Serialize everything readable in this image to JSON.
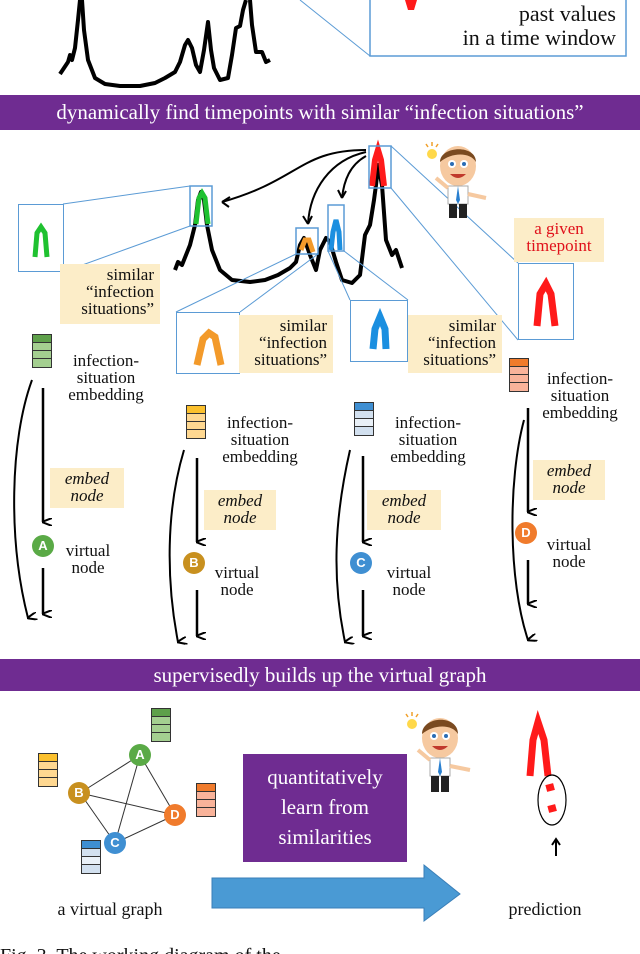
{
  "colors": {
    "banner": "#6f2c91",
    "highlight": "#fcedc8",
    "zoom_border": "#5b9bd5",
    "given": "#ff0000",
    "node_a": "#5aaa46",
    "node_b": "#c8901f",
    "node_c": "#3f8fd2",
    "node_d": "#f07b2c",
    "flow_arrow": "#4a9ad4"
  },
  "top": {
    "callout_line1": "past values",
    "callout_line2": "in a time window"
  },
  "banner1": {
    "text": "dynamically find timepoints with similar “infection situations”"
  },
  "section1": {
    "given_label_line1": "a given",
    "given_label_line2": "timepoint",
    "similar_green": {
      "line1": "similar",
      "line2": "“infection",
      "line3": "situations”"
    },
    "similar_orange": {
      "line1": "similar",
      "line2": "“infection",
      "line3": "situations”"
    },
    "similar_blue": {
      "line1": "similar",
      "line2": "“infection",
      "line3": "situations”"
    }
  },
  "columns": [
    {
      "embedding_line1": "infection-",
      "embedding_line2": "situation",
      "embedding_line3": "embedding",
      "embed_line1": "embed",
      "embed_line2": "node",
      "node_letter": "A",
      "node_line1": "virtual",
      "node_line2": "node"
    },
    {
      "embedding_line1": "infection-",
      "embedding_line2": "situation",
      "embedding_line3": "embedding",
      "embed_line1": "embed",
      "embed_line2": "node",
      "node_letter": "B",
      "node_line1": "virtual",
      "node_line2": "node"
    },
    {
      "embedding_line1": "infection-",
      "embedding_line2": "situation",
      "embedding_line3": "embedding",
      "embed_line1": "embed",
      "embed_line2": "node",
      "node_letter": "C",
      "node_line1": "virtual",
      "node_line2": "node"
    },
    {
      "embedding_line1": "infection-",
      "embedding_line2": "situation",
      "embedding_line3": "embedding",
      "embed_line1": "embed",
      "embed_line2": "node",
      "node_letter": "D",
      "node_line1": "virtual",
      "node_line2": "node"
    }
  ],
  "banner2": {
    "text": "supervisedly builds up the virtual graph"
  },
  "bottom": {
    "graph_label": "a virtual graph",
    "graph_nodes": [
      "A",
      "B",
      "C",
      "D"
    ],
    "learn_line1": "quantitatively",
    "learn_line2": "learn from",
    "learn_line3": "similarities",
    "prediction_label": "prediction"
  },
  "caption": {
    "text": "Fig. 3. The working diagram of the ..."
  }
}
